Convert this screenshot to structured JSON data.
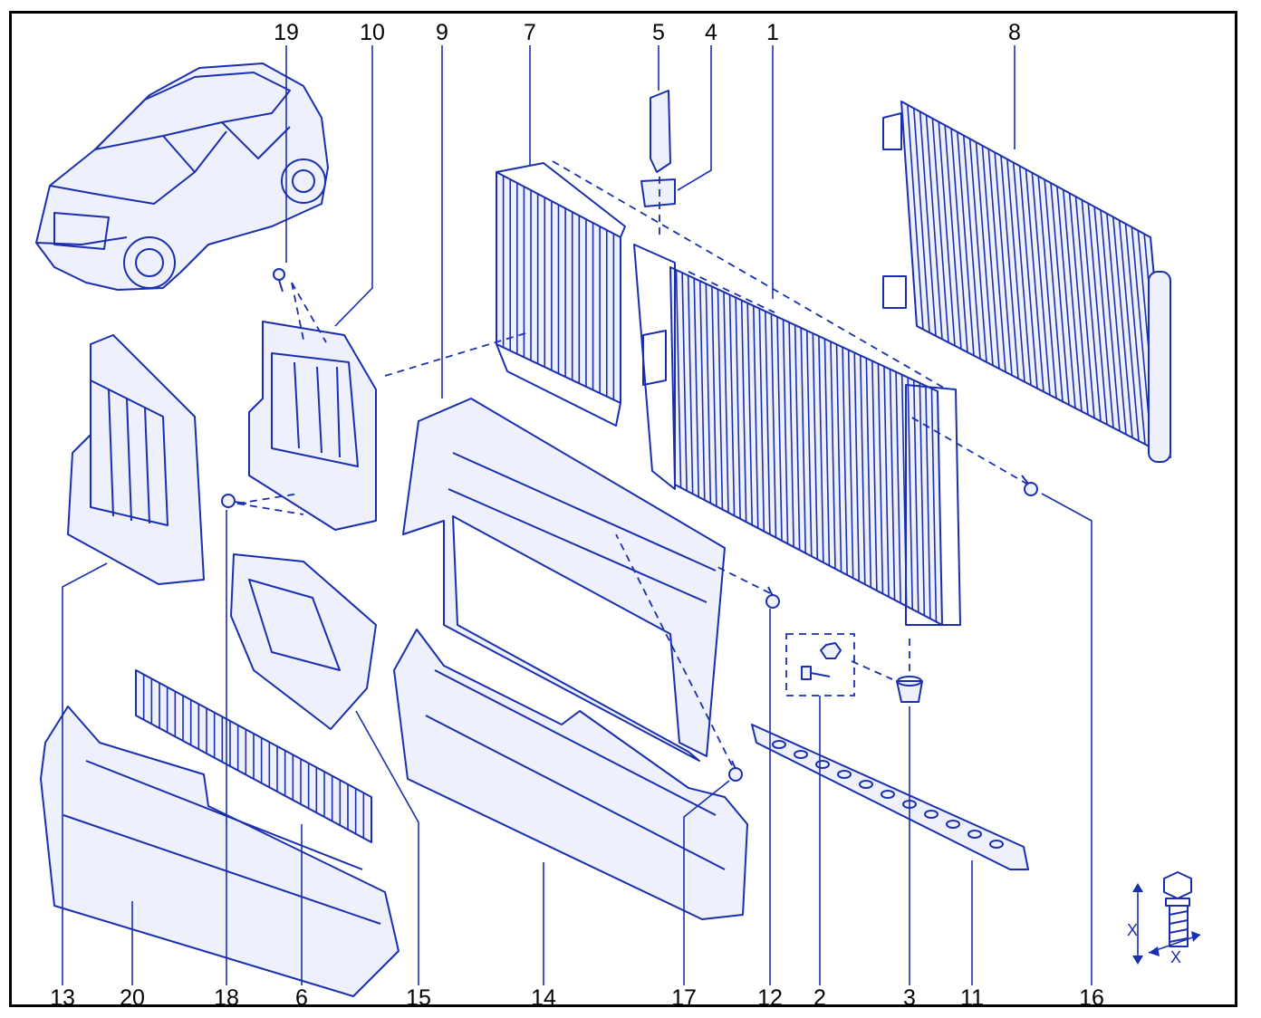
{
  "callouts": [
    {
      "id": "c19",
      "text": "19"
    },
    {
      "id": "c10",
      "text": "10"
    },
    {
      "id": "c9",
      "text": "9"
    },
    {
      "id": "c7",
      "text": "7"
    },
    {
      "id": "c5",
      "text": "5"
    },
    {
      "id": "c4",
      "text": "4"
    },
    {
      "id": "c1",
      "text": "1"
    },
    {
      "id": "c8",
      "text": "8"
    },
    {
      "id": "c13",
      "text": "13"
    },
    {
      "id": "c20",
      "text": "20"
    },
    {
      "id": "c18",
      "text": "18"
    },
    {
      "id": "c6",
      "text": "6"
    },
    {
      "id": "c15",
      "text": "15"
    },
    {
      "id": "c14",
      "text": "14"
    },
    {
      "id": "c17",
      "text": "17"
    },
    {
      "id": "c12",
      "text": "12"
    },
    {
      "id": "c2",
      "text": "2"
    },
    {
      "id": "c3",
      "text": "3"
    },
    {
      "id": "c11",
      "text": "11"
    },
    {
      "id": "c16",
      "text": "16"
    }
  ],
  "dimension_symbol": {
    "label_a": "X",
    "label_b": "X"
  },
  "colors": {
    "line": "#1a2fb0",
    "frame": "#000000"
  }
}
